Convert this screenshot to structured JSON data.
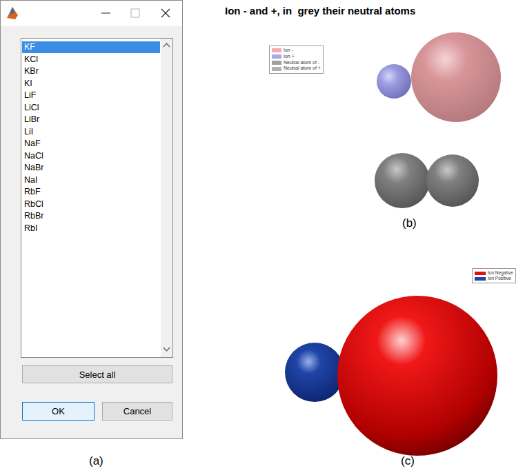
{
  "diagram": {
    "nodes": [
      {
        "text": [
          "Select all"
        ]
      },
      {
        "text": [
          "OK"
        ]
      },
      {
        "text": [
          "Cancel"
        ]
      }
    ],
    "labels": [
      "KF",
      "KCl",
      "KBr",
      "KI",
      "LiF",
      "LiCl",
      "LiBr",
      "LiI",
      "NaF",
      "NaCl",
      "NaBr",
      "NaI",
      "RbF",
      "RbCl",
      "RbBr",
      "RbI",
      "Ion - and +, in  grey their neutral atoms",
      "(a)",
      "(b)",
      "(c)"
    ],
    "legend": [
      {
        "text": "Ion -",
        "color": "#f4aab0"
      },
      {
        "text": "Ion +",
        "color": "#a8a8ec"
      },
      {
        "text": "Neutral atom of -",
        "color": "#a0a0a0"
      },
      {
        "text": "Neutral atom of +",
        "color": "#b0b0b0"
      },
      {
        "text": "Ion Negative",
        "color": "#e01010"
      },
      {
        "text": "Ion Positive",
        "color": "#1f45a8"
      }
    ]
  }
}
